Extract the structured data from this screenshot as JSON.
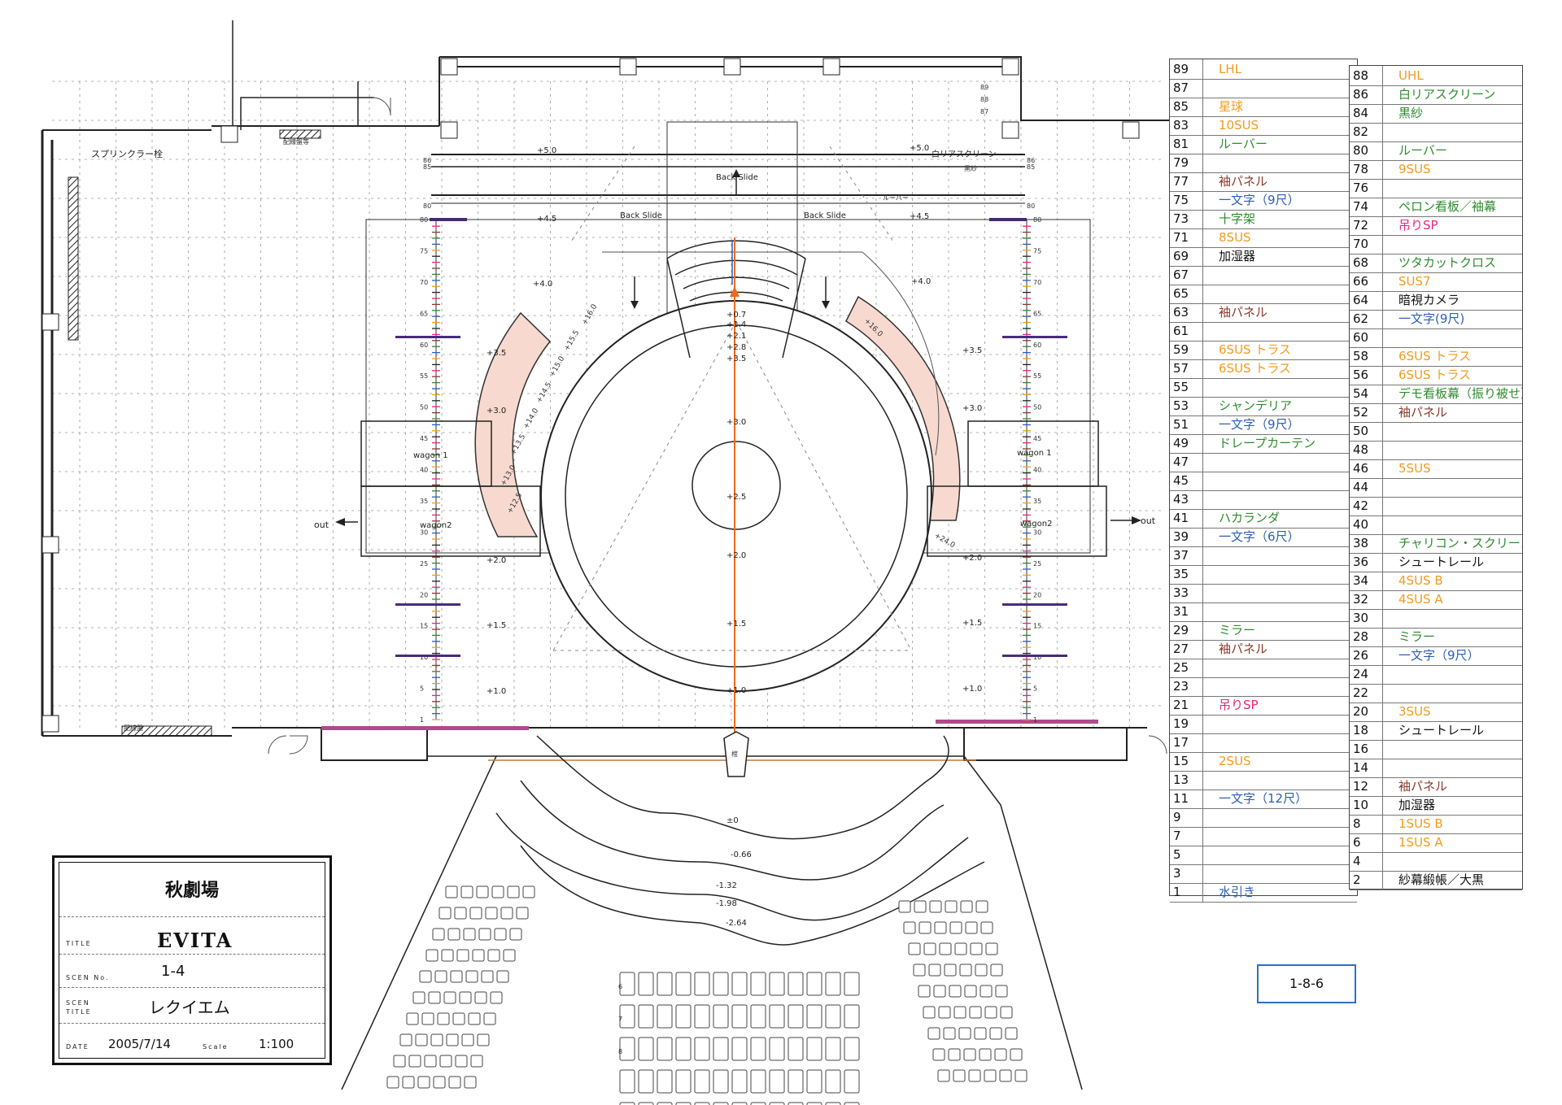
{
  "title_block": {
    "theatre": "秋劇場",
    "title_caption": "TITLE",
    "title": "EVITA",
    "scene_no_caption": "SCEN No.",
    "scene_no": "1-4",
    "scene_title_caption_1": "SCEN",
    "scene_title_caption_2": "TITLE",
    "scene_title": "レクイエム",
    "date_caption": "DATE",
    "date": "2005/7/14",
    "scale_caption": "Scale",
    "scale": "1:100"
  },
  "reference": "1-8-6",
  "plan_labels": {
    "sprinkler": "スプリンクラー栓",
    "panel_top": "配線盤等",
    "panel_bottom": "配線盤",
    "back_slide_center": "Back Slide",
    "back_slide_left": "Back Slide",
    "back_slide_right": "Back Slide",
    "white_rear_screen": "白リアスクリーン",
    "black_gauze": "黒紗",
    "louver": "ルーバー",
    "wagon1_left": "wagon 1",
    "wagon2_left": "wagon2",
    "wagon1_right": "wagon 1",
    "wagon2_right": "wagon2",
    "out_left": "out",
    "out_right": "out",
    "coffin": "棺"
  },
  "level_marks": {
    "left": [
      "+5.0",
      "+4.5",
      "+4.0",
      "+3.5",
      "+3.0",
      "+2.0",
      "+1.5",
      "+1.0"
    ],
    "right": [
      "+5.0",
      "+4.5",
      "+4.0",
      "+3.5",
      "+3.0",
      "+2.0",
      "+1.5",
      "+1.0"
    ],
    "center": [
      "+0.7",
      "+1.4",
      "+2.1",
      "+2.8",
      "+3.5",
      "+3.0",
      "+2.5",
      "+2.0",
      "+1.5",
      "+1.0",
      "±0"
    ],
    "pit": [
      "-0.66",
      "-1.32",
      "-1.98",
      "-2.64"
    ],
    "ramp_left": [
      "+16.0",
      "+15.5",
      "+15.0",
      "+14.5",
      "+14.0",
      "+13.5",
      "+13.0",
      "+12.5"
    ],
    "ramp_right": [
      "+16.0",
      "+24.0"
    ]
  },
  "ruler_numbers": {
    "left": [
      "80",
      "75",
      "70",
      "65",
      "60",
      "55",
      "50",
      "45",
      "40",
      "35",
      "30",
      "25",
      "20",
      "15",
      "10",
      "5",
      "1"
    ],
    "right": [
      "80",
      "75",
      "70",
      "65",
      "60",
      "55",
      "50",
      "45",
      "40",
      "35",
      "30",
      "25",
      "20",
      "15",
      "10",
      "5",
      "1"
    ],
    "top_left": [
      "86",
      "85",
      "80"
    ],
    "top_right": [
      "86",
      "85",
      "80"
    ],
    "top_corner": [
      "89",
      "88",
      "87"
    ]
  },
  "seat_rows": [
    "6",
    "7",
    "8"
  ],
  "colors": {
    "orange": "#f39a1e",
    "green": "#2e8b2e",
    "blue": "#2b5fb8",
    "brown": "#8b3a2a",
    "pink": "#e8267d",
    "black": "#111111",
    "ramp_fill": "#f7d9cf",
    "center_line": "#f06a1e",
    "purple_bar": "#4a2c7a",
    "ref_border": "#2b6fc9"
  },
  "cues_left": [
    {
      "n": "89",
      "t": "LHL",
      "c": "orange"
    },
    {
      "n": "87",
      "t": "",
      "c": "black"
    },
    {
      "n": "85",
      "t": "星球",
      "c": "orange"
    },
    {
      "n": "83",
      "t": "10SUS",
      "c": "orange"
    },
    {
      "n": "81",
      "t": "ルーバー",
      "c": "green"
    },
    {
      "n": "79",
      "t": "",
      "c": "black"
    },
    {
      "n": "77",
      "t": "袖パネル",
      "c": "brown"
    },
    {
      "n": "75",
      "t": "一文字（9尺）",
      "c": "blue"
    },
    {
      "n": "73",
      "t": "十字架",
      "c": "green"
    },
    {
      "n": "71",
      "t": "8SUS",
      "c": "orange"
    },
    {
      "n": "69",
      "t": "加湿器",
      "c": "black"
    },
    {
      "n": "67",
      "t": "",
      "c": "black"
    },
    {
      "n": "65",
      "t": "",
      "c": "black"
    },
    {
      "n": "63",
      "t": "袖パネル",
      "c": "brown"
    },
    {
      "n": "61",
      "t": "",
      "c": "black"
    },
    {
      "n": "59",
      "t": "6SUS トラス",
      "c": "orange"
    },
    {
      "n": "57",
      "t": "6SUS トラス",
      "c": "orange"
    },
    {
      "n": "55",
      "t": "",
      "c": "black"
    },
    {
      "n": "53",
      "t": "シャンデリア",
      "c": "green"
    },
    {
      "n": "51",
      "t": "一文字（9尺）",
      "c": "blue"
    },
    {
      "n": "49",
      "t": "ドレープカーテン",
      "c": "green"
    },
    {
      "n": "47",
      "t": "",
      "c": "black"
    },
    {
      "n": "45",
      "t": "",
      "c": "black"
    },
    {
      "n": "43",
      "t": "",
      "c": "black"
    },
    {
      "n": "41",
      "t": "ハカランダ",
      "c": "green"
    },
    {
      "n": "39",
      "t": "一文字（6尺）",
      "c": "blue"
    },
    {
      "n": "37",
      "t": "",
      "c": "black"
    },
    {
      "n": "35",
      "t": "",
      "c": "black"
    },
    {
      "n": "33",
      "t": "",
      "c": "black"
    },
    {
      "n": "31",
      "t": "",
      "c": "black"
    },
    {
      "n": "29",
      "t": "ミラー",
      "c": "green"
    },
    {
      "n": "27",
      "t": "袖パネル",
      "c": "brown"
    },
    {
      "n": "25",
      "t": "",
      "c": "black"
    },
    {
      "n": "23",
      "t": "",
      "c": "black"
    },
    {
      "n": "21",
      "t": "吊りSP",
      "c": "pink"
    },
    {
      "n": "19",
      "t": "",
      "c": "black"
    },
    {
      "n": "17",
      "t": "",
      "c": "black"
    },
    {
      "n": "15",
      "t": "2SUS",
      "c": "orange"
    },
    {
      "n": "13",
      "t": "",
      "c": "black"
    },
    {
      "n": "11",
      "t": "一文字（12尺）",
      "c": "blue"
    },
    {
      "n": "9",
      "t": "",
      "c": "black"
    },
    {
      "n": "7",
      "t": "",
      "c": "black"
    },
    {
      "n": "5",
      "t": "",
      "c": "black"
    },
    {
      "n": "3",
      "t": "",
      "c": "black"
    },
    {
      "n": "1",
      "t": "水引き",
      "c": "blue"
    }
  ],
  "cues_right": [
    {
      "n": "88",
      "t": "UHL",
      "c": "orange"
    },
    {
      "n": "86",
      "t": "白リアスクリーン",
      "c": "green"
    },
    {
      "n": "84",
      "t": "黒紗",
      "c": "green"
    },
    {
      "n": "82",
      "t": "",
      "c": "black"
    },
    {
      "n": "80",
      "t": "ルーバー",
      "c": "green"
    },
    {
      "n": "78",
      "t": "9SUS",
      "c": "orange"
    },
    {
      "n": "76",
      "t": "",
      "c": "black"
    },
    {
      "n": "74",
      "t": "ペロン看板／袖幕",
      "c": "green"
    },
    {
      "n": "72",
      "t": "吊りSP",
      "c": "pink"
    },
    {
      "n": "70",
      "t": "",
      "c": "black"
    },
    {
      "n": "68",
      "t": "ツタカットクロス",
      "c": "green"
    },
    {
      "n": "66",
      "t": "SUS7",
      "c": "orange"
    },
    {
      "n": "64",
      "t": "暗視カメラ",
      "c": "black"
    },
    {
      "n": "62",
      "t": "一文字(9尺)",
      "c": "blue"
    },
    {
      "n": "60",
      "t": "",
      "c": "black"
    },
    {
      "n": "58",
      "t": "6SUS トラス",
      "c": "orange"
    },
    {
      "n": "56",
      "t": "6SUS トラス",
      "c": "orange"
    },
    {
      "n": "54",
      "t": "デモ看板幕（振り被せ）",
      "c": "green"
    },
    {
      "n": "52",
      "t": "袖パネル",
      "c": "brown"
    },
    {
      "n": "50",
      "t": "",
      "c": "black"
    },
    {
      "n": "48",
      "t": "",
      "c": "black"
    },
    {
      "n": "46",
      "t": "5SUS",
      "c": "orange"
    },
    {
      "n": "44",
      "t": "",
      "c": "black"
    },
    {
      "n": "42",
      "t": "",
      "c": "black"
    },
    {
      "n": "40",
      "t": "",
      "c": "black"
    },
    {
      "n": "38",
      "t": "チャリコン・スクリーン",
      "c": "green"
    },
    {
      "n": "36",
      "t": "シュートレール",
      "c": "black"
    },
    {
      "n": "34",
      "t": "4SUS B",
      "c": "orange"
    },
    {
      "n": "32",
      "t": "4SUS A",
      "c": "orange"
    },
    {
      "n": "30",
      "t": "",
      "c": "black"
    },
    {
      "n": "28",
      "t": "ミラー",
      "c": "green"
    },
    {
      "n": "26",
      "t": "一文字（9尺）",
      "c": "blue"
    },
    {
      "n": "24",
      "t": "",
      "c": "black"
    },
    {
      "n": "22",
      "t": "",
      "c": "black"
    },
    {
      "n": "20",
      "t": "3SUS",
      "c": "orange"
    },
    {
      "n": "18",
      "t": "シュートレール",
      "c": "black"
    },
    {
      "n": "16",
      "t": "",
      "c": "black"
    },
    {
      "n": "14",
      "t": "",
      "c": "black"
    },
    {
      "n": "12",
      "t": "袖パネル",
      "c": "brown"
    },
    {
      "n": "10",
      "t": "加湿器",
      "c": "black"
    },
    {
      "n": "8",
      "t": "1SUS B",
      "c": "orange"
    },
    {
      "n": "6",
      "t": "1SUS A",
      "c": "orange"
    },
    {
      "n": "4",
      "t": "",
      "c": "black"
    },
    {
      "n": "2",
      "t": "紗幕緞帳／大黒",
      "c": "black"
    }
  ]
}
